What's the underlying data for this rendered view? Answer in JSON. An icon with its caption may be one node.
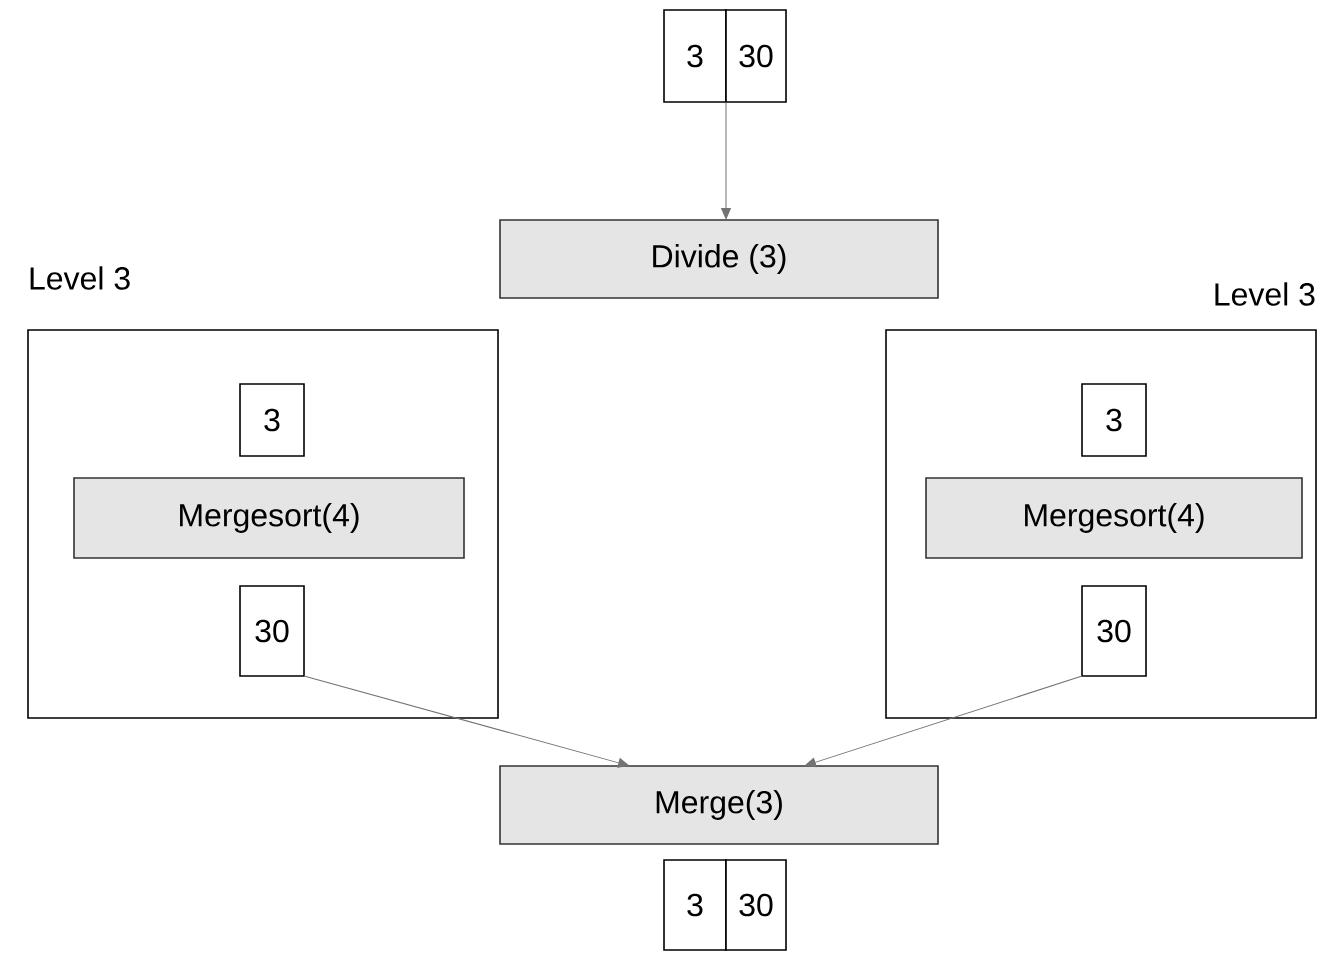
{
  "diagram": {
    "nodes": [
      {
        "text": [
          "3"
        ]
      },
      {
        "text": [
          "30"
        ]
      },
      {
        "text": [
          "Divide (3)"
        ]
      },
      {
        "text": [
          "Level 3"
        ]
      },
      {
        "text": [
          "3"
        ],
        "in": 3
      },
      {
        "text": [
          "Mergesort(4)"
        ],
        "in": 3
      },
      {
        "text": [
          "30"
        ],
        "in": 3
      },
      {
        "text": [
          "Level 3"
        ]
      },
      {
        "text": [
          "3"
        ],
        "in": 7
      },
      {
        "text": [
          "Mergesort(4)"
        ],
        "in": 7
      },
      {
        "text": [
          "30"
        ],
        "in": 7
      },
      {
        "text": [
          "Merge(3)"
        ]
      },
      {
        "text": [
          "3"
        ]
      },
      {
        "text": [
          "30"
        ]
      }
    ],
    "edges": [
      {
        "from": 0,
        "to": 2,
        "arrow": "to"
      },
      {
        "from": 6,
        "to": 11,
        "arrow": "to"
      },
      {
        "from": 10,
        "to": 11,
        "arrow": "to"
      }
    ]
  }
}
